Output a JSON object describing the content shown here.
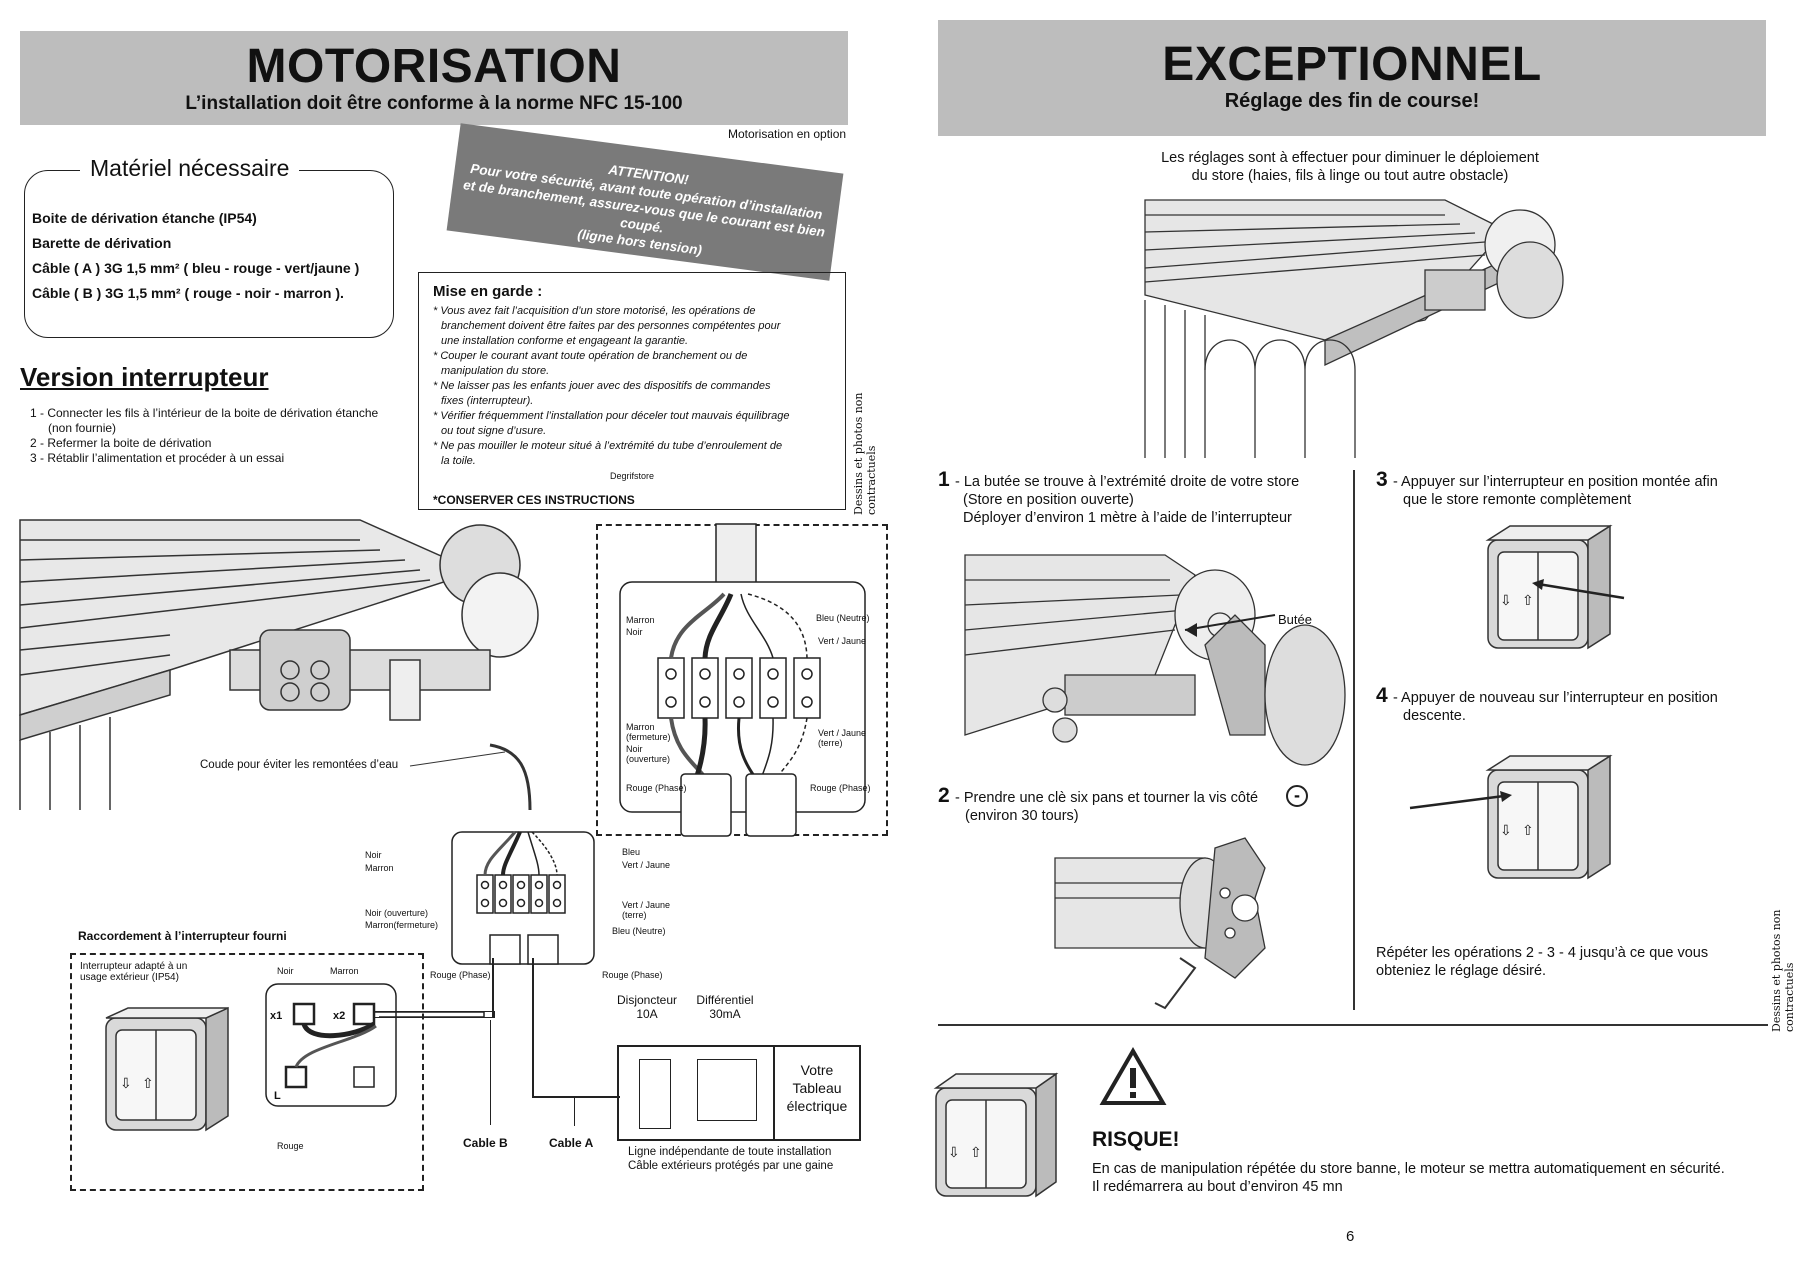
{
  "left": {
    "title": "MOTORISATION",
    "subtitle": "L’installation doit être conforme à la norme NFC 15-100",
    "option_note": "Motorisation en option",
    "materiel": {
      "heading": "Matériel nécessaire",
      "items": [
        "Boite de dérivation étanche (IP54)",
        "Barette de dérivation",
        "Câble ( A ) 3G 1,5 mm² ( bleu - rouge - vert/jaune )",
        "Câble ( B ) 3G 1,5 mm² ( rouge - noir - marron )."
      ]
    },
    "attention": {
      "title": "ATTENTION!",
      "lines": [
        "Pour votre sécurité, avant toute opération d’installation",
        "et de branchement, assurez-vous que le courant est bien",
        "coupé.",
        "(ligne hors tension)"
      ]
    },
    "version": {
      "heading": "Version interrupteur",
      "steps": [
        "1 - Connecter les fils à l’intérieur de la boite de dérivation étanche",
        "(non fournie)",
        "2 - Refermer la boite de dérivation",
        "3 - Rétablir l’alimentation et procéder à un essai"
      ]
    },
    "mise_en_garde": {
      "heading": "Mise en garde :",
      "items": [
        "* Vous avez fait l’acquisition d’un store motorisé, les opérations de",
        "branchement doivent être faites par des personnes compétentes pour",
        "une installation conforme et engageant la garantie.",
        "* Couper le courant avant toute opération de branchement ou de",
        "manipulation du store.",
        "* Ne laisser pas les enfants jouer avec des dispositifs de commandes",
        "fixes (interrupteur).",
        "* Vérifier fréquemment l’installation pour déceler tout mauvais équilibrage",
        "ou tout signe d’usure.",
        "* Ne pas mouiller le moteur situé à l’extrémité du tube d’enroulement de",
        "la toile."
      ],
      "brand": "Degrifstore",
      "footer": "*CONSERVER CES INSTRUCTIONS"
    },
    "vertical_note": "Dessins et photos non contractuels",
    "diagram": {
      "coude": "Coude pour éviter les remontées d’eau",
      "detail_labels": {
        "marron": "Marron",
        "noir": "Noir",
        "bleu_neutre": "Bleu (Neutre)",
        "vert_jaune": "Vert / Jaune",
        "marron_fermeture": "Marron (fermeture)",
        "noir_ouverture": "Noir (ouverture)",
        "vert_jaune_terre": "Vert / Jaune (terre)",
        "rouge_phase_left": "Rouge (Phase)",
        "rouge_phase_right": "Rouge (Phase)"
      },
      "box_labels": {
        "noir": "Noir",
        "marron": "Marron",
        "noir_ouverture": "Noir (ouverture)",
        "marron_fermeture": "Marron(fermeture)",
        "bleu": "Bleu",
        "vert_jaune": "Vert / Jaune",
        "vert_jaune_terre": "Vert / Jaune (terre)",
        "bleu_neutre": "Bleu (Neutre)",
        "rouge_phase_left": "Rouge (Phase)",
        "rouge_phase_right": "Rouge (Phase)"
      },
      "raccordement": "Raccordement à l’interrupteur fourni",
      "interrupteur_note": "Interrupteur adapté à un usage extérieur (IP54)",
      "switch_labels": {
        "noir": "Noir",
        "marron": "Marron",
        "x1": "x1",
        "x2": "x2",
        "l": "L",
        "rouge": "Rouge"
      },
      "disjoncteur": "Disjoncteur",
      "disjoncteur_val": "10A",
      "differentiel": "Différentiel",
      "differentiel_val": "30mA",
      "tableau": [
        "Votre",
        "Tableau",
        "électrique"
      ],
      "cable_b": "Cable B",
      "cable_a": "Cable A",
      "ligne": "Ligne indépendante de toute installation",
      "cable_ext": "Câble extérieurs protégés par une gaine"
    }
  },
  "right": {
    "title": "EXCEPTIONNEL",
    "subtitle": "Réglage des fin de course!",
    "intro": [
      "Les réglages sont à effectuer pour diminuer le déploiement",
      "du store (haies, fils à linge ou tout autre obstacle)"
    ],
    "steps": {
      "s1_num": "1",
      "s1": [
        "- La butée se trouve à l’extrémité droite de votre store",
        "(Store en position ouverte)",
        "Déployer d’environ 1 mètre à l’aide de l’interrupteur"
      ],
      "butee": "Butée",
      "s2_num": "2",
      "s2": [
        "- Prendre une clè six pans et tourner la vis côté",
        "(environ 30 tours)"
      ],
      "minus": "-",
      "s3_num": "3",
      "s3": [
        "- Appuyer sur l’interrupteur en position montée afin",
        "que le store remonte complètement"
      ],
      "s4_num": "4",
      "s4": [
        "- Appuyer de nouveau sur l’interrupteur en position",
        "descente."
      ],
      "repeat": [
        "Répéter les opérations 2 - 3 - 4 jusqu’à ce que vous",
        "obteniez le réglage désiré."
      ]
    },
    "risque": {
      "title": "RISQUE!",
      "lines": [
        "En cas de manipulation répétée du store banne, le moteur se mettra automatiquement en sécurité.",
        "Il redémarrera au bout d’environ  45 mn"
      ]
    },
    "vertical_note": "Dessins et photos non contractuels",
    "page_number": "6"
  }
}
